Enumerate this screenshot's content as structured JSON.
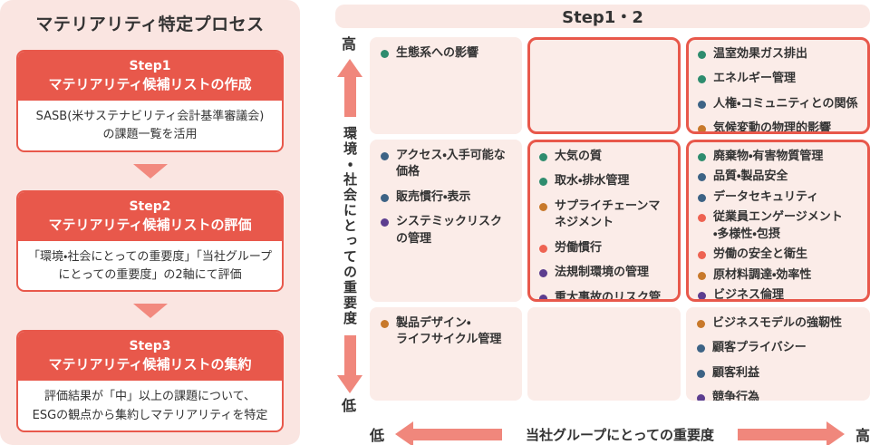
{
  "left_panel": {
    "title": "マテリアリティ特定プロセス",
    "steps": [
      {
        "label": "Step1",
        "heading": "マテリアリティ候補リストの作成",
        "body": "SASB(米サステナビリティ会計基準審議会)\nの課題一覧を活用"
      },
      {
        "label": "Step2",
        "heading": "マテリアリティ候補リストの評価",
        "body": "「環境・社会にとっての重要度」「当社グループ\nにとっての重要度」の2軸にて評価"
      },
      {
        "label": "Step3",
        "heading": "マテリアリティ候補リストの集約",
        "body": "評価結果が「中」以上の課題について、\nESGの観点から集約しマテリアリティを特定"
      }
    ]
  },
  "matrix": {
    "title": "Step1・2",
    "y_axis": {
      "label": "環境・社会にとっての重要度",
      "high": "高",
      "low": "低"
    },
    "x_axis": {
      "label": "当社グループにとっての重要度",
      "high": "高",
      "low": "低"
    },
    "cells": [
      {
        "row": "high",
        "col": "low",
        "outlined": false,
        "items": [
          {
            "text": "生態系への影響",
            "color": "green"
          }
        ]
      },
      {
        "row": "high",
        "col": "mid",
        "outlined": true,
        "items": []
      },
      {
        "row": "high",
        "col": "high",
        "outlined": true,
        "items": [
          {
            "text": "温室効果ガス排出",
            "color": "green"
          },
          {
            "text": "エネルギー管理",
            "color": "green"
          },
          {
            "text": "人権・コミュニティとの関係",
            "color": "navy"
          },
          {
            "text": "気候変動の物理的影響",
            "color": "orange"
          }
        ]
      },
      {
        "row": "mid",
        "col": "low",
        "outlined": false,
        "items": [
          {
            "text": "アクセス・入手可能な価格",
            "color": "navy"
          },
          {
            "text": "販売慣行・表示",
            "color": "navy"
          },
          {
            "text": "システミックリスクの管理",
            "color": "purple"
          }
        ]
      },
      {
        "row": "mid",
        "col": "mid",
        "outlined": true,
        "items": [
          {
            "text": "大気の質",
            "color": "green"
          },
          {
            "text": "取水・排水管理",
            "color": "green"
          },
          {
            "text": "サプライチェーンマネジメント",
            "color": "orange"
          },
          {
            "text": "労働慣行",
            "color": "red"
          },
          {
            "text": "法規制環境の管理",
            "color": "purple"
          },
          {
            "text": "重大事故のリスク管理",
            "color": "purple"
          }
        ]
      },
      {
        "row": "mid",
        "col": "high",
        "outlined": true,
        "items": [
          {
            "text": "廃棄物・有害物質管理",
            "color": "green"
          },
          {
            "text": "品質・製品安全",
            "color": "navy"
          },
          {
            "text": "データセキュリティ",
            "color": "navy"
          },
          {
            "text": "従業員エンゲージメント\n・多様性・包摂",
            "color": "red"
          },
          {
            "text": "労働の安全と衛生",
            "color": "red"
          },
          {
            "text": "原材料調達・効率性",
            "color": "orange"
          },
          {
            "text": "ビジネス倫理",
            "color": "purple"
          }
        ]
      },
      {
        "row": "low",
        "col": "low",
        "outlined": false,
        "items": [
          {
            "text": "製品デザイン・\nライフサイクル管理",
            "color": "orange"
          }
        ]
      },
      {
        "row": "low",
        "col": "mid",
        "outlined": false,
        "items": []
      },
      {
        "row": "low",
        "col": "high",
        "outlined": false,
        "items": [
          {
            "text": "ビジネスモデルの強靭性",
            "color": "orange"
          },
          {
            "text": "顧客プライバシー",
            "color": "navy"
          },
          {
            "text": "顧客利益",
            "color": "navy"
          },
          {
            "text": "競争行為",
            "color": "purple"
          }
        ]
      }
    ]
  },
  "dot_colors": {
    "green": "#2E8C6E",
    "navy": "#3D6385",
    "orange": "#C8792B",
    "red": "#EE6352",
    "purple": "#5C3D8F"
  },
  "accent_colors": {
    "step_red": "#E8584B",
    "arrow_salmon": "#F0877C",
    "panel_pink": "#FAE5E1",
    "cell_pink": "#FBECE8"
  }
}
